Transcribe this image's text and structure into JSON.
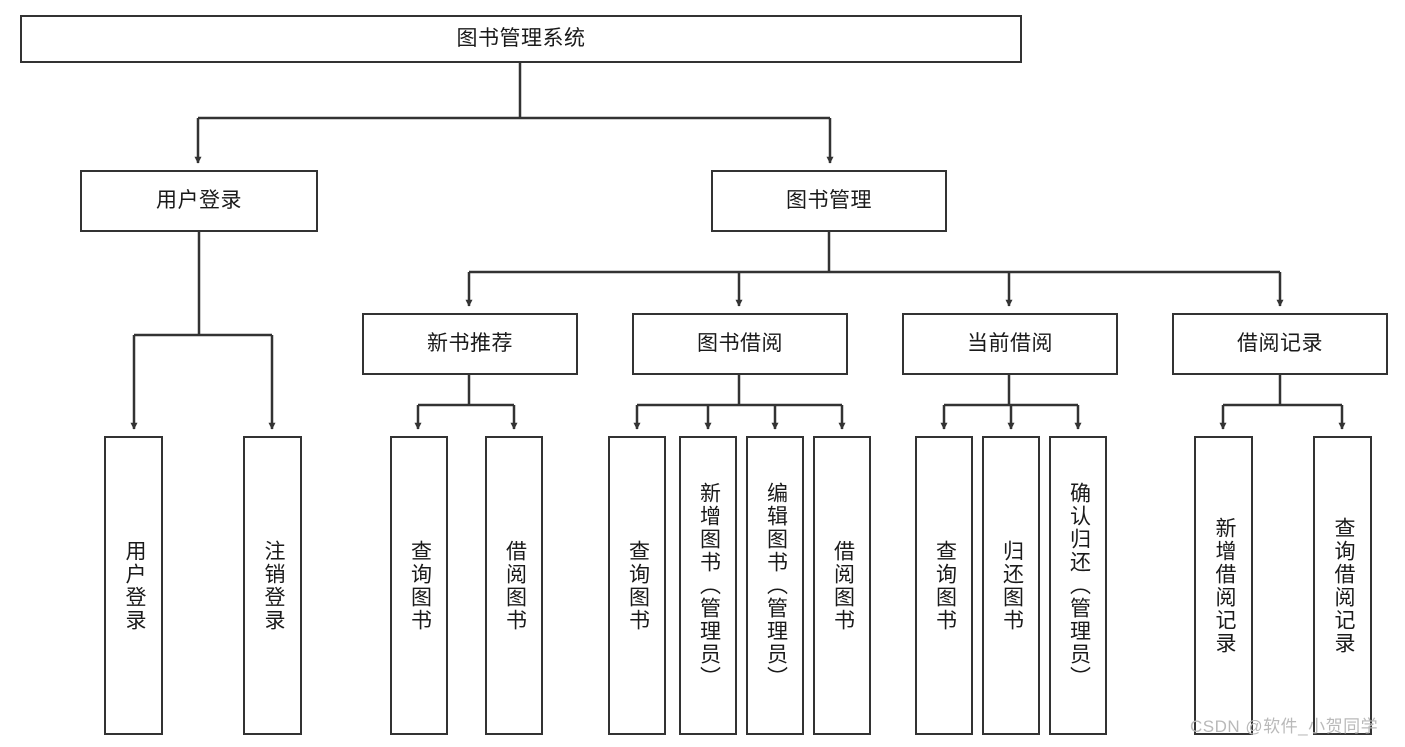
{
  "diagram": {
    "title": "图书管理系统",
    "type": "tree-hierarchy",
    "stroke_color": "#333333",
    "fill_color": "#ffffff",
    "text_color": "#1a1a1a",
    "watermark": "CSDN @软件_小贺同学"
  },
  "nodes": {
    "root": {
      "label": "图书管理系统"
    },
    "level2": [
      {
        "label": "用户登录"
      },
      {
        "label": "图书管理"
      }
    ],
    "level3": [
      {
        "label": "新书推荐"
      },
      {
        "label": "图书借阅"
      },
      {
        "label": "当前借阅"
      },
      {
        "label": "借阅记录"
      }
    ],
    "leaves_user_login": [
      {
        "label": "用户登录"
      },
      {
        "label": "注销登录"
      }
    ],
    "leaves_new_book": [
      {
        "label": "查询图书"
      },
      {
        "label": "借阅图书"
      }
    ],
    "leaves_borrow": [
      {
        "label": "查询图书"
      },
      {
        "label": "新增图书（管理员）"
      },
      {
        "label": "编辑图书（管理员）"
      },
      {
        "label": "借阅图书"
      }
    ],
    "leaves_current": [
      {
        "label": "查询图书"
      },
      {
        "label": "归还图书"
      },
      {
        "label": "确认归还（管理员）"
      }
    ],
    "leaves_records": [
      {
        "label": "新增借阅记录"
      },
      {
        "label": "查询借阅记录"
      }
    ]
  }
}
